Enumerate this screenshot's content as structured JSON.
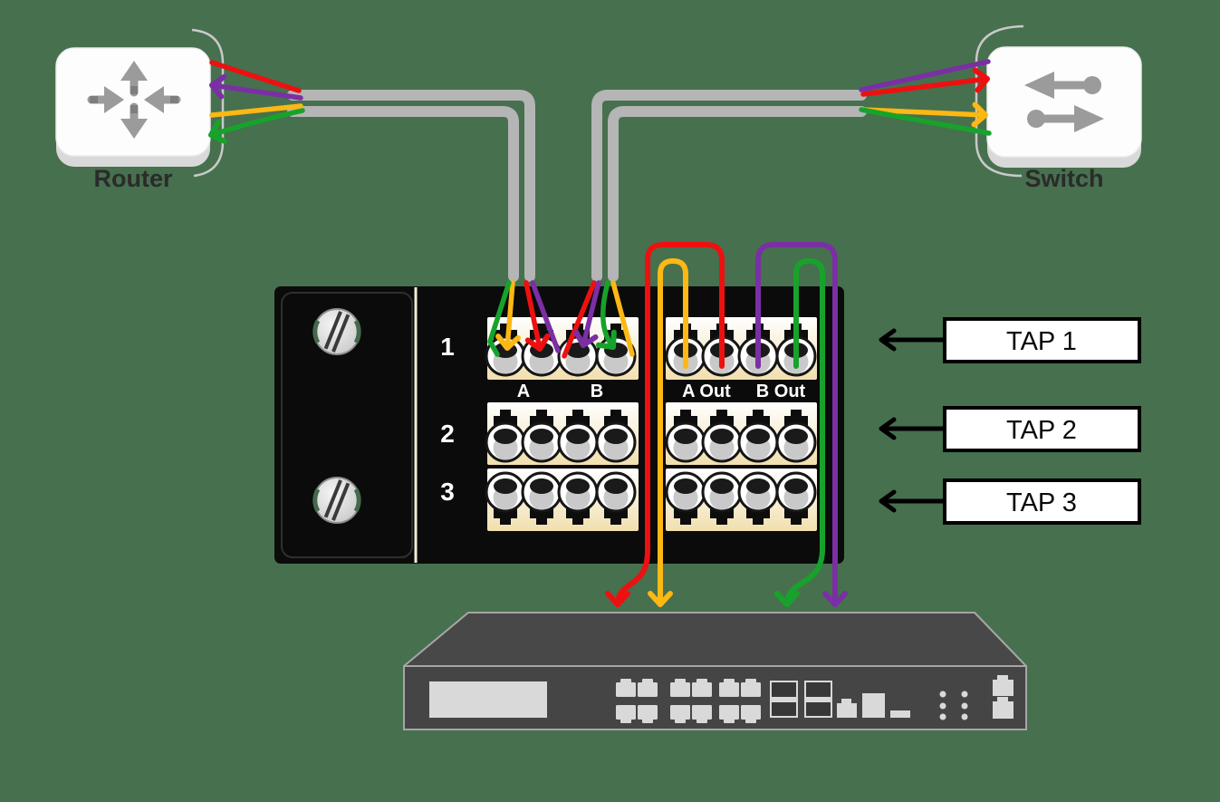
{
  "devices": {
    "router": {
      "label": "Router"
    },
    "switch": {
      "label": "Switch"
    },
    "tap_panel": {
      "row_labels": [
        "1",
        "2",
        "3"
      ],
      "port_group_labels": [
        "A",
        "B",
        "A Out",
        "B Out"
      ]
    },
    "monitor_appliance": {
      "description": "rackmount monitoring appliance receiving tap outputs"
    }
  },
  "callouts": [
    {
      "label": "TAP 1"
    },
    {
      "label": "TAP 2"
    },
    {
      "label": "TAP 3"
    }
  ],
  "fibers": [
    {
      "color": "#ee1010",
      "from": "Router",
      "to": "Switch",
      "tap_copy_port": "A Out"
    },
    {
      "color": "#fcb813",
      "from": "Router",
      "to": "Switch",
      "tap_copy_port": "A Out"
    },
    {
      "color": "#7b2fa5",
      "from": "Switch",
      "to": "Router",
      "tap_copy_port": "B Out"
    },
    {
      "color": "#17a32b",
      "from": "Switch",
      "to": "Router",
      "tap_copy_port": "B Out"
    }
  ],
  "colors": {
    "background": "#47704e",
    "fiber_red": "#ee1010",
    "fiber_yellow": "#fcb813",
    "fiber_green": "#17a32b",
    "fiber_purple": "#7b2fa5",
    "cable_gray": "#b5b5b5",
    "panel_black": "#0b0b0b",
    "port_plate_cream": "#f1dfae",
    "appliance_gray": "#474747",
    "device_icon_gray": "#9b9b9b",
    "callout_black": "#000000"
  }
}
